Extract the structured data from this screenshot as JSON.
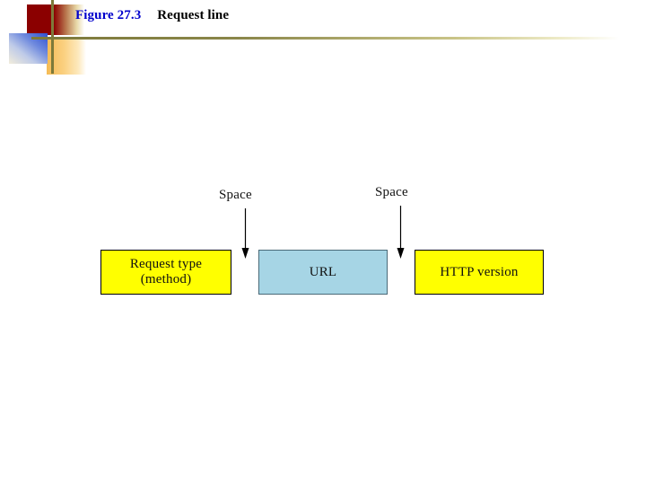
{
  "slide": {
    "title": {
      "figure_number": "Figure 27.3",
      "figure_name": "Request line"
    },
    "decoration": {
      "red_square_color": "#8B0000",
      "blue_square_color": "#2f4fd0",
      "orange_square_color": "#f5bb55",
      "rule_color": "#7d7a3a"
    }
  },
  "diagram": {
    "type": "block-sequence",
    "boxes": [
      {
        "id": "request-type",
        "label_line_1": "Request type",
        "label_line_2": "(method)",
        "fill": "#FFFF00"
      },
      {
        "id": "url",
        "label_line_1": "URL",
        "label_line_2": "",
        "fill": "#A6D5E5"
      },
      {
        "id": "http-version",
        "label_line_1": "HTTP version",
        "label_line_2": "",
        "fill": "#FFFF00"
      }
    ],
    "separators": [
      {
        "id": "space-1",
        "label": "Space"
      },
      {
        "id": "space-2",
        "label": "Space"
      }
    ]
  }
}
